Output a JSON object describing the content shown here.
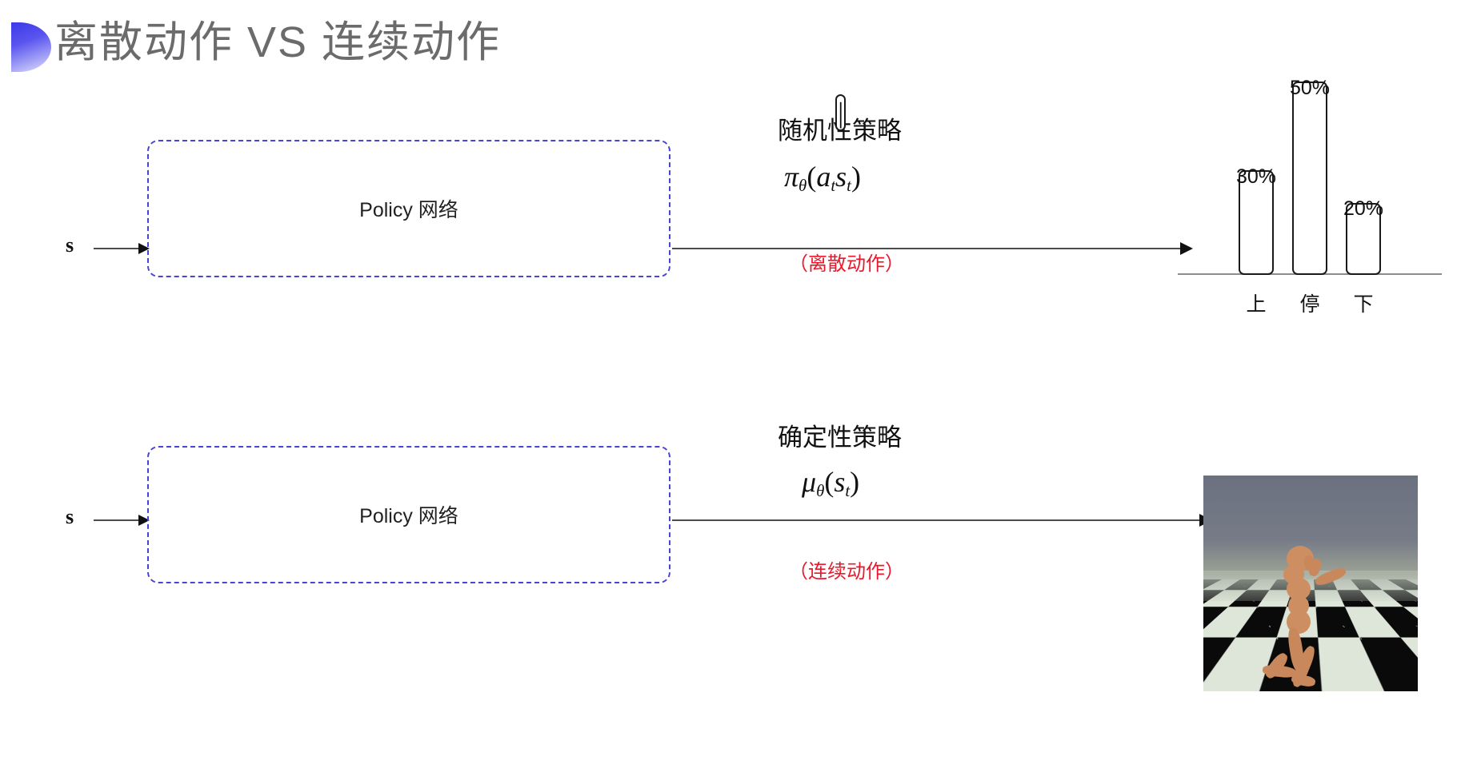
{
  "slide": {
    "title": "离散动作 VS 连续动作",
    "accent_color": "#4a44d6",
    "note_color": "#e8192c",
    "title_color": "#6b6b6b"
  },
  "rows": [
    {
      "state_label": "s",
      "box_label": "Policy 网络",
      "policy_kind": "随机性策略",
      "formula_plain": "πθ(at|st)",
      "formula": {
        "head": "π",
        "head_sub": "θ",
        "open": "(",
        "a": "a",
        "a_sub": "t",
        "bar": "|",
        "s": "s",
        "s_sub": "t",
        "close": ")"
      },
      "action_note": "（离散动作）"
    },
    {
      "state_label": "s",
      "box_label": "Policy 网络",
      "policy_kind": "确定性策略",
      "formula_plain": "μθ(st)",
      "formula": {
        "head": "μ",
        "head_sub": "θ",
        "open": "(",
        "s": "s",
        "s_sub": "t",
        "close": ")"
      },
      "action_note": "（连续动作）"
    }
  ],
  "chart_data": {
    "type": "bar",
    "title": "",
    "categories": [
      "上",
      "停",
      "下"
    ],
    "values": [
      30,
      50,
      20
    ],
    "value_labels": [
      "30%",
      "50%",
      "20%"
    ],
    "xlabel": "",
    "ylabel": "",
    "ylim": [
      0,
      60
    ],
    "grid": false,
    "legend": "none",
    "bar_style": {
      "fill": "#ffffff",
      "stroke": "#1a1a1a"
    }
  },
  "sim_image": {
    "name": "mujoco-humanoid-simulation",
    "sky_color": "#6b7180",
    "floor_light": "#dde6d8",
    "floor_dark": "#0a0a0a",
    "body_color": "#c8885c"
  }
}
